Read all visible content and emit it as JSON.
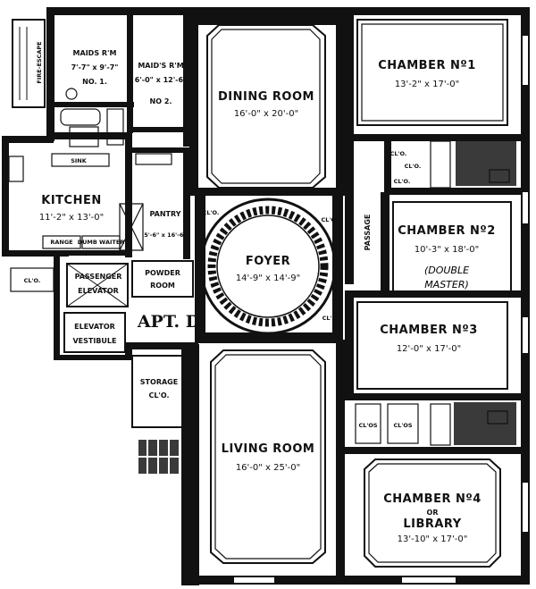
{
  "plan": {
    "fire_escape": "FIRE-ESCAPE",
    "apt": "APT. D.",
    "rooms": {
      "maids1": {
        "name": "MAIDS R'M",
        "dim": "7'-7\" x 9'-7\"",
        "no": "NO. 1."
      },
      "maids2": {
        "name": "MAID'S R'M",
        "dim": "6'-0\" x 12'-6\"",
        "no": "NO 2."
      },
      "dining": {
        "name": "DINING ROOM",
        "dim": "16'-0\" x 20'-0\""
      },
      "chamber1": {
        "name": "CHAMBER Nº1",
        "dim": "13'-2\" x 17'-0\""
      },
      "kitchen": {
        "name": "KITCHEN",
        "dim": "11'-2\" x 13'-0\""
      },
      "pantry": {
        "name": "PANTRY",
        "dim": "5'-6\" x 16'-6\""
      },
      "foyer": {
        "name": "FOYER",
        "dim": "14'-9\" x 14'-9\""
      },
      "passage": "PASSAGE",
      "chamber2": {
        "name": "CHAMBER Nº2",
        "dim": "10'-3\" x 18'-0\"",
        "note1": "(DOUBLE",
        "note2": "MASTER)"
      },
      "chamber3": {
        "name": "CHAMBER Nº3",
        "dim": "12'-0\" x 17'-0\""
      },
      "living": {
        "name": "LIVING ROOM",
        "dim": "16'-0\" x 25'-0\""
      },
      "chamber4": {
        "name": "CHAMBER Nº4",
        "or": "OR",
        "library": "LIBRARY",
        "dim": "13'-10\" x 17'-0\""
      },
      "powder": {
        "line1": "POWDER",
        "line2": "ROOM"
      },
      "passenger": {
        "line1": "PASSENGER",
        "line2": "ELEVATOR"
      },
      "vestibule": {
        "line1": "ELEVATOR",
        "line2": "VESTIBULE"
      },
      "storage": {
        "line1": "STORAGE",
        "line2": "CL'O."
      }
    },
    "closets": {
      "clo": "CL'O.",
      "clos": "CL'OS",
      "range": "RANGE",
      "sink": "SINK",
      "dumbwaiter": "DUMB WAITER"
    }
  }
}
